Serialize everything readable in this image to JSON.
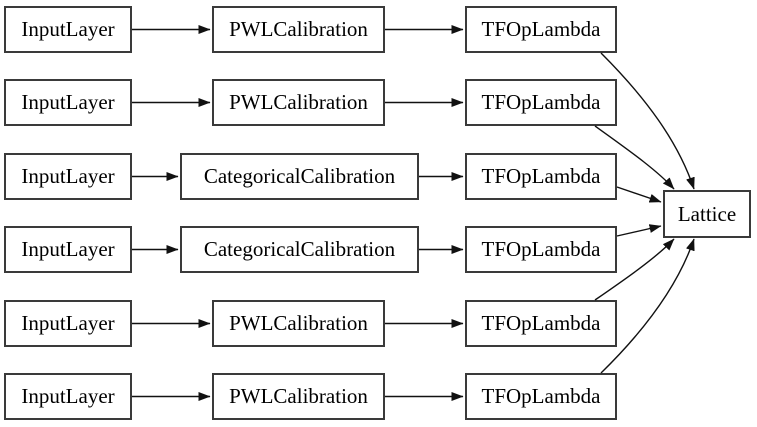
{
  "colors": {
    "background": "#ffffff",
    "node_border": "#3a3a3a",
    "edge_color": "#111111",
    "text": "#000000"
  },
  "diagram": {
    "type": "model-graph",
    "rows": [
      {
        "input": "InputLayer",
        "calib": "PWLCalibration",
        "lambda": "TFOpLambda"
      },
      {
        "input": "InputLayer",
        "calib": "PWLCalibration",
        "lambda": "TFOpLambda"
      },
      {
        "input": "InputLayer",
        "calib": "CategoricalCalibration",
        "lambda": "TFOpLambda"
      },
      {
        "input": "InputLayer",
        "calib": "CategoricalCalibration",
        "lambda": "TFOpLambda"
      },
      {
        "input": "InputLayer",
        "calib": "PWLCalibration",
        "lambda": "TFOpLambda"
      },
      {
        "input": "InputLayer",
        "calib": "PWLCalibration",
        "lambda": "TFOpLambda"
      }
    ],
    "output_node": "Lattice",
    "connections": [
      "InputLayer -> PWLCalibration -> TFOpLambda -> Lattice",
      "InputLayer -> PWLCalibration -> TFOpLambda -> Lattice",
      "InputLayer -> CategoricalCalibration -> TFOpLambda -> Lattice",
      "InputLayer -> CategoricalCalibration -> TFOpLambda -> Lattice",
      "InputLayer -> PWLCalibration -> TFOpLambda -> Lattice",
      "InputLayer -> PWLCalibration -> TFOpLambda -> Lattice"
    ]
  }
}
